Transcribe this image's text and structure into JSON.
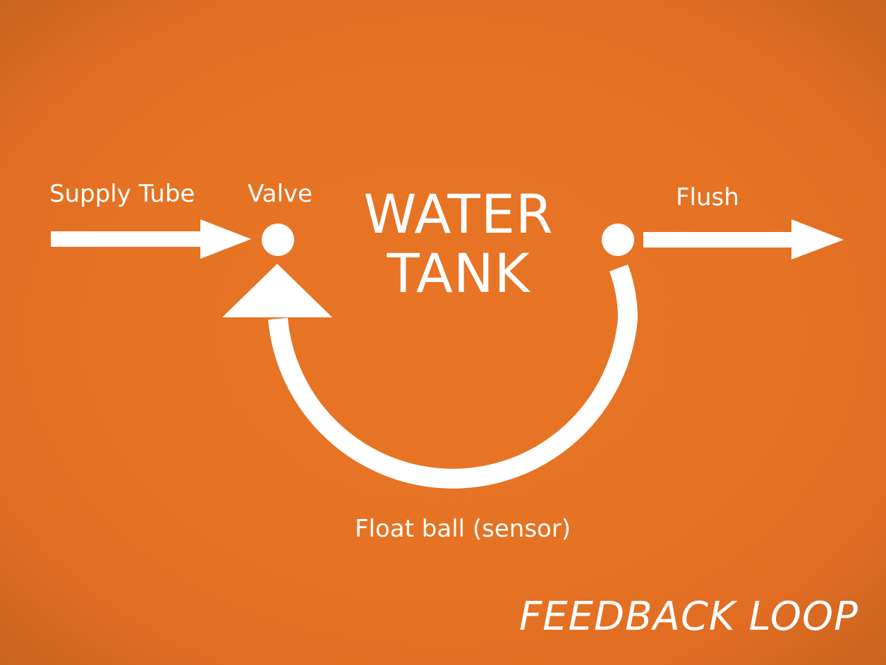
{
  "labels": {
    "supply_tube": "Supply Tube",
    "valve": "Valve",
    "flush": "Flush",
    "tank_line1": "WATER",
    "tank_line2": "TANK",
    "float_ball": "Float ball (sensor)",
    "title": "FEEDBACK LOOP"
  },
  "colors": {
    "background": "#e67224",
    "foreground": "#ffffff"
  }
}
